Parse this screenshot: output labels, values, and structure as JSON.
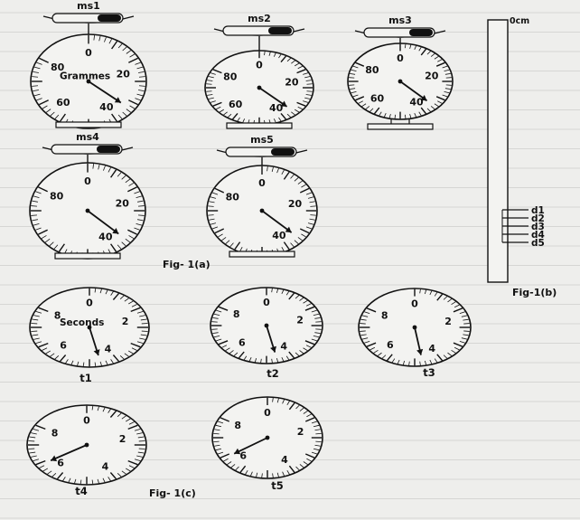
{
  "figure_labels": {
    "fig_a": "Fig- 1(a)",
    "fig_b": "Fig-1(b)",
    "fig_c": "Fig- 1(c)"
  },
  "units": {
    "grams": "Grammes",
    "seconds": "Seconds",
    "ruler_zero": "0cm"
  },
  "scales": [
    {
      "label": "ms1",
      "reading_g": 43,
      "dial_labels": [
        "0",
        "20",
        "40",
        "60",
        "80"
      ],
      "show_unit": true
    },
    {
      "label": "ms2",
      "reading_g": 45,
      "dial_labels": [
        "0",
        "20",
        "40",
        "60",
        "80"
      ],
      "show_unit": false
    },
    {
      "label": "ms3",
      "reading_g": 45,
      "dial_labels": [
        "0",
        "20",
        "40",
        "60",
        "80"
      ],
      "show_unit": false
    },
    {
      "label": "ms4",
      "reading_g": 44,
      "dial_labels": [
        "0",
        "20",
        "40",
        "",
        "80"
      ],
      "show_unit": false
    },
    {
      "label": "ms5",
      "reading_g": 44,
      "dial_labels": [
        "0",
        "20",
        "40",
        "",
        "80"
      ],
      "show_unit": false
    }
  ],
  "timers": [
    {
      "label": "t1",
      "reading_s": 5.6,
      "dial_labels": [
        "0",
        "2",
        "4",
        "6",
        "8"
      ],
      "show_unit": true
    },
    {
      "label": "t2",
      "reading_s": 5.6,
      "dial_labels": [
        "0",
        "2",
        "4",
        "6",
        "8"
      ],
      "show_unit": false
    },
    {
      "label": "t3",
      "reading_s": 5.7,
      "dial_labels": [
        "0",
        "2",
        "4",
        "6",
        "8"
      ],
      "show_unit": false
    },
    {
      "label": "t4",
      "reading_s": 7.9,
      "dial_labels": [
        "0",
        "2",
        "4",
        "6",
        "8"
      ],
      "show_unit": false
    },
    {
      "label": "t5",
      "reading_s": 7.9,
      "dial_labels": [
        "0",
        "2",
        "4",
        "6",
        "8"
      ],
      "show_unit": false
    }
  ],
  "ruler": {
    "markers": [
      "d1",
      "d2",
      "d3",
      "d4",
      "d5"
    ]
  },
  "colors": {
    "ink": "#111111",
    "paper": "#eeeeec"
  }
}
